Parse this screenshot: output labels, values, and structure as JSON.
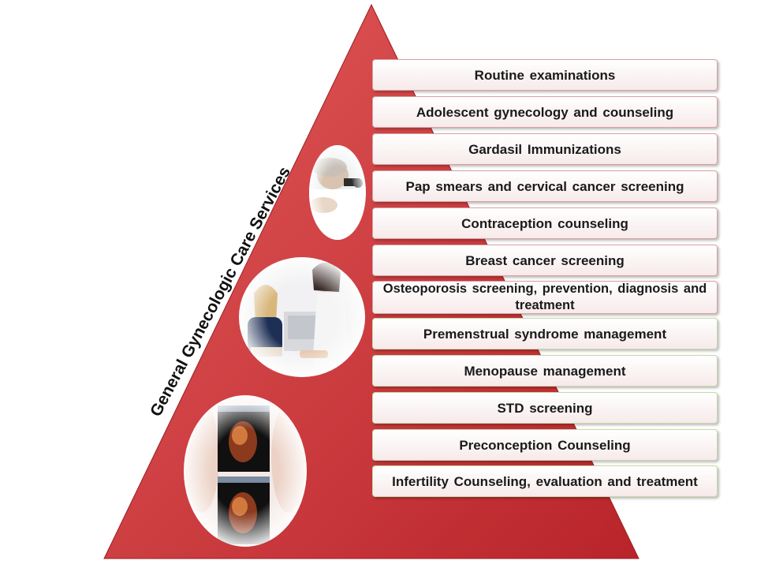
{
  "title": "General Gynecologic Care Services",
  "services": [
    "Routine examinations",
    "Adolescent gynecology and counseling",
    "Gardasil  Immunizations",
    "Pap smears and cervical cancer screening",
    "Contraception counseling",
    "Breast cancer screening",
    "Osteoporosis screening, prevention, diagnosis and treatment",
    "Premenstrual syndrome management",
    "Menopause management",
    "STD screening",
    "Preconception Counseling",
    "Infertility Counseling, evaluation and treatment"
  ],
  "photos": [
    "photo-doctor-with-otoscope",
    "photo-consultation",
    "photo-ultrasound-prints"
  ],
  "colors": {
    "pyramid_light": "#e35a5a",
    "pyramid_dark": "#b8242a",
    "box_border": "#d9a0a0"
  }
}
